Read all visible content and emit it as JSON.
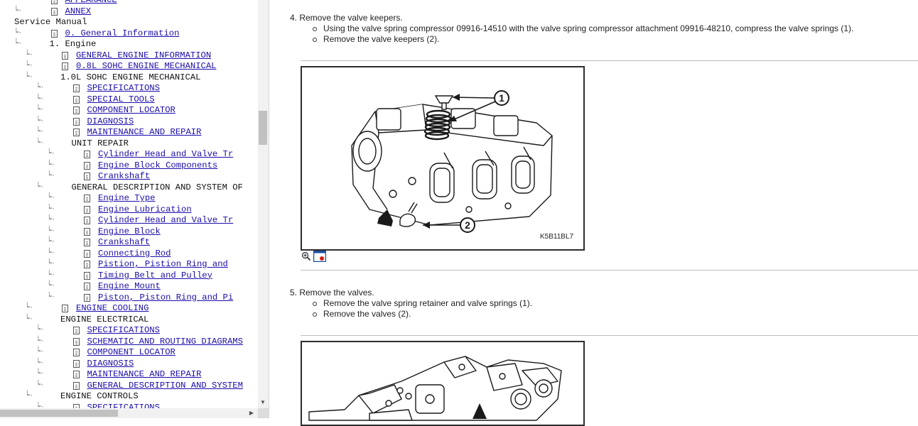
{
  "tree": [
    {
      "label": "APPEARANCE",
      "link": true,
      "doc": true,
      "indent": 2
    },
    {
      "label": "ANNEX",
      "link": true,
      "doc": true,
      "indent": 2
    },
    {
      "label": "Service Manual",
      "link": false,
      "doc": false,
      "indent": 0
    },
    {
      "label": "0. General Information",
      "link": true,
      "doc": true,
      "indent": 2
    },
    {
      "label": "1. Engine",
      "link": false,
      "doc": false,
      "indent": 2
    },
    {
      "label": "GENERAL ENGINE INFORMATION",
      "link": true,
      "doc": true,
      "indent": 3
    },
    {
      "label": "0.8L SOHC ENGINE MECHANICAL",
      "link": true,
      "doc": true,
      "indent": 3
    },
    {
      "label": "1.0L SOHC ENGINE MECHANICAL",
      "link": false,
      "doc": false,
      "indent": 3
    },
    {
      "label": "SPECIFICATIONS",
      "link": true,
      "doc": true,
      "indent": 4
    },
    {
      "label": "SPECIAL TOOLS",
      "link": true,
      "doc": true,
      "indent": 4
    },
    {
      "label": "COMPONENT LOCATOR",
      "link": true,
      "doc": true,
      "indent": 4
    },
    {
      "label": "DIAGNOSIS",
      "link": true,
      "doc": true,
      "indent": 4
    },
    {
      "label": "MAINTENANCE AND REPAIR",
      "link": true,
      "doc": true,
      "indent": 4
    },
    {
      "label": "UNIT REPAIR",
      "link": false,
      "doc": false,
      "indent": 4
    },
    {
      "label": "Cylinder Head and Valve Tr",
      "link": true,
      "doc": true,
      "indent": 5
    },
    {
      "label": "Engine Block Components",
      "link": true,
      "doc": true,
      "indent": 5
    },
    {
      "label": "Crankshaft",
      "link": true,
      "doc": true,
      "indent": 5
    },
    {
      "label": "GENERAL DESCRIPTION AND SYSTEM OF",
      "link": false,
      "doc": false,
      "indent": 4
    },
    {
      "label": "Engine Type",
      "link": true,
      "doc": true,
      "indent": 5
    },
    {
      "label": "Engine Lubrication",
      "link": true,
      "doc": true,
      "indent": 5
    },
    {
      "label": "Cylinder Head and Valve Tr",
      "link": true,
      "doc": true,
      "indent": 5
    },
    {
      "label": "Engine Block",
      "link": true,
      "doc": true,
      "indent": 5
    },
    {
      "label": "Crankshaft",
      "link": true,
      "doc": true,
      "indent": 5
    },
    {
      "label": "Connecting Rod",
      "link": true,
      "doc": true,
      "indent": 5
    },
    {
      "label": "Pistion, Pistion Ring and",
      "link": true,
      "doc": true,
      "indent": 5
    },
    {
      "label": "Timing Belt and Pulley",
      "link": true,
      "doc": true,
      "indent": 5
    },
    {
      "label": "Engine Mount",
      "link": true,
      "doc": true,
      "indent": 5
    },
    {
      "label": "Piston, Piston Ring and Pi",
      "link": true,
      "doc": true,
      "indent": 5
    },
    {
      "label": "ENGINE COOLING",
      "link": true,
      "doc": true,
      "indent": 3
    },
    {
      "label": "ENGINE ELECTRICAL",
      "link": false,
      "doc": false,
      "indent": 3
    },
    {
      "label": "SPECIFICATIONS",
      "link": true,
      "doc": true,
      "indent": 4
    },
    {
      "label": "SCHEMATIC AND ROUTING DIAGRAMS",
      "link": true,
      "doc": true,
      "indent": 4
    },
    {
      "label": "COMPONENT LOCATOR",
      "link": true,
      "doc": true,
      "indent": 4
    },
    {
      "label": "DIAGNOSIS",
      "link": true,
      "doc": true,
      "indent": 4
    },
    {
      "label": "MAINTENANCE AND REPAIR",
      "link": true,
      "doc": true,
      "indent": 4
    },
    {
      "label": "GENERAL DESCRIPTION AND SYSTEM",
      "link": true,
      "doc": true,
      "indent": 4
    },
    {
      "label": "ENGINE CONTROLS",
      "link": false,
      "doc": false,
      "indent": 3
    },
    {
      "label": "SPECIFICATIONS",
      "link": true,
      "doc": true,
      "indent": 4
    }
  ],
  "content": {
    "step4": {
      "title": "4. Remove the valve keepers.",
      "bullets": [
        "Using the valve spring compressor 09916-14510 with the valve spring compressor attachment 09916-48210, compress the valve springs (1).",
        "Remove the valve keepers (2)."
      ],
      "figure_code": "K5B11BL7",
      "callouts": [
        "1",
        "2"
      ]
    },
    "step5": {
      "title": "5. Remove the valves.",
      "bullets": [
        "Remove the valve spring retainer and valve springs (1).",
        "Remove the valves (2)."
      ]
    }
  },
  "icons": {
    "zoom": "zoom-in-icon",
    "window": "open-window-icon",
    "tree_doc": "document-icon"
  },
  "colors": {
    "link": "#1a0dab"
  }
}
